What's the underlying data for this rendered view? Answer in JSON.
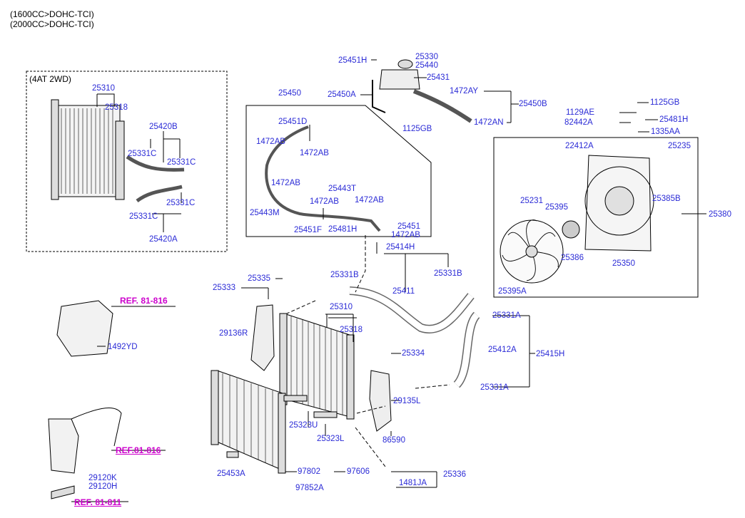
{
  "header": {
    "line1": "(1600CC>DOHC-TCI)",
    "line2": "(2000CC>DOHC-TCI)"
  },
  "inset_label": "(4AT 2WD)",
  "colors": {
    "label": "#2b2bd6",
    "ref": "#cc00cc",
    "line": "#000000"
  },
  "refs": {
    "r1": "REF. 81-816",
    "r2": "REF.81-816",
    "r3": "REF. 81-811"
  },
  "labels": {
    "l_25310a": "25310",
    "l_25318a": "25318",
    "l_25420b": "25420B",
    "l_25331c_1": "25331C",
    "l_25331c_2": "25331C",
    "l_25331c_3": "25331C",
    "l_25331c_4": "25331C",
    "l_25420a": "25420A",
    "l_25451h": "25451H",
    "l_25330": "25330",
    "l_25440": "25440",
    "l_25431": "25431",
    "l_25450a": "25450A",
    "l_1472ay": "1472AY",
    "l_25450b": "25450B",
    "l_1125gb_a": "1125GB",
    "l_1472an": "1472AN",
    "l_25450": "25450",
    "l_25451d": "25451D",
    "l_1472ab_1": "1472AB",
    "l_1472ab_2": "1472AB",
    "l_1472ab_3": "1472AB",
    "l_25443t": "25443T",
    "l_1472ab_4": "1472AB",
    "l_1472ab_5": "1472AB",
    "l_25443m": "25443M",
    "l_25451f": "25451F",
    "l_25481h_a": "25481H",
    "l_25451": "25451",
    "l_1472ab_6": "1472AB",
    "l_1125gb_b": "1125GB",
    "l_1129ae": "1129AE",
    "l_25481h_b": "25481H",
    "l_82442a": "82442A",
    "l_1335aa": "1335AA",
    "l_22412a": "22412A",
    "l_25235": "25235",
    "l_25385b": "25385B",
    "l_25231": "25231",
    "l_25395": "25395",
    "l_25380": "25380",
    "l_25386": "25386",
    "l_25350": "25350",
    "l_25395a": "25395A",
    "l_25414h": "25414H",
    "l_25331b_1": "25331B",
    "l_25331b_2": "25331B",
    "l_25411": "25411",
    "l_25335": "25335",
    "l_25333": "25333",
    "l_25310b": "25310",
    "l_25318b": "25318",
    "l_29136r": "29136R",
    "l_25334": "25334",
    "l_25331a_1": "25331A",
    "l_25412a": "25412A",
    "l_25415h": "25415H",
    "l_25331a_2": "25331A",
    "l_29135l": "29135L",
    "l_25323u": "25323U",
    "l_25323l": "25323L",
    "l_86590": "86590",
    "l_25453a": "25453A",
    "l_97802": "97802",
    "l_97606": "97606",
    "l_25336": "25336",
    "l_97852a": "97852A",
    "l_1481ja": "1481JA",
    "l_1492yd": "1492YD",
    "l_29120k": "29120K",
    "l_29120h": "29120H"
  }
}
